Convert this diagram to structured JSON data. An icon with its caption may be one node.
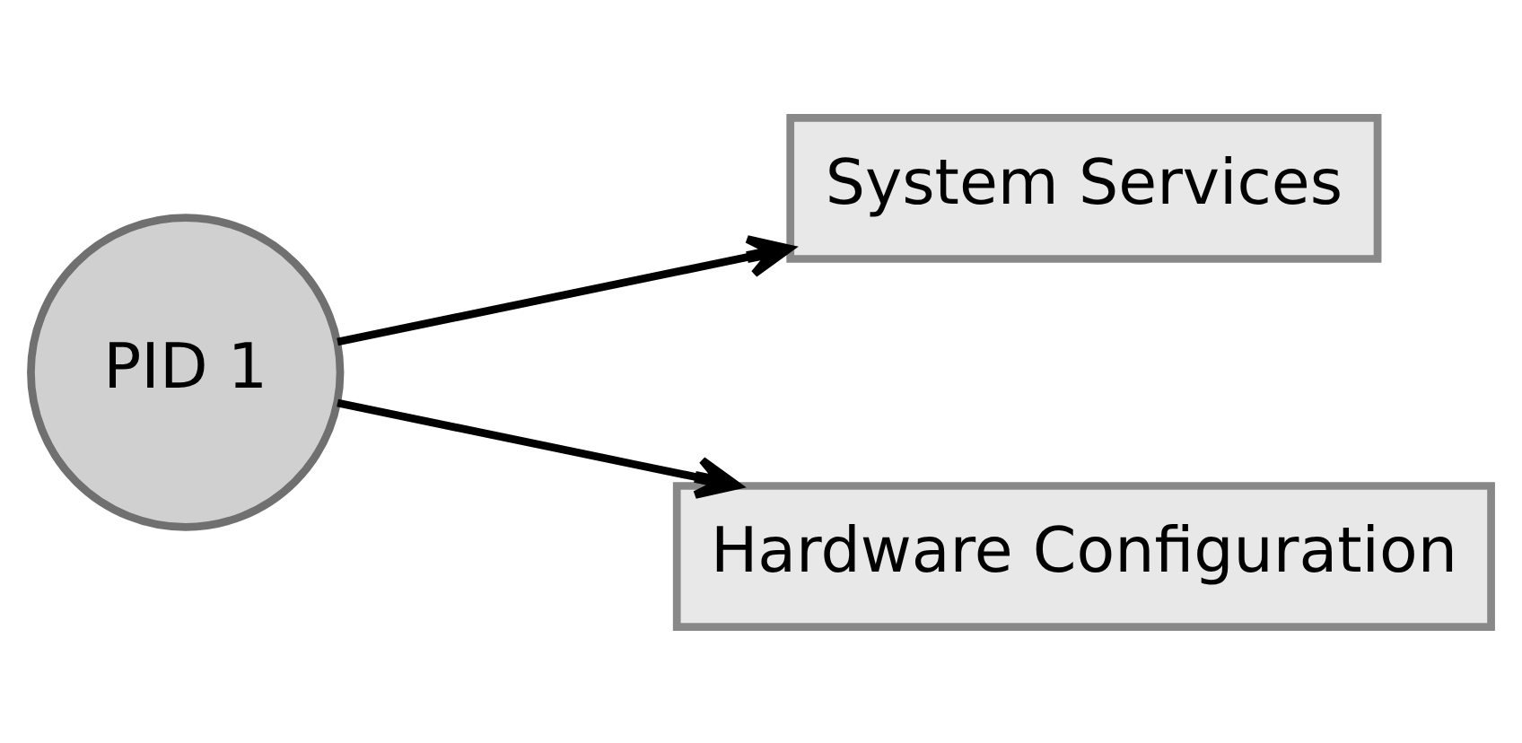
{
  "diagram": {
    "nodes": [
      {
        "text": [
          "System Services"
        ]
      },
      {
        "text": [
          "PID 1"
        ]
      },
      {
        "text": [
          "Hardware Configuration"
        ]
      }
    ],
    "edges": [
      {
        "from": 1,
        "to": 0,
        "arrow": "to"
      },
      {
        "from": 1,
        "to": 2,
        "arrow": "to"
      }
    ]
  }
}
